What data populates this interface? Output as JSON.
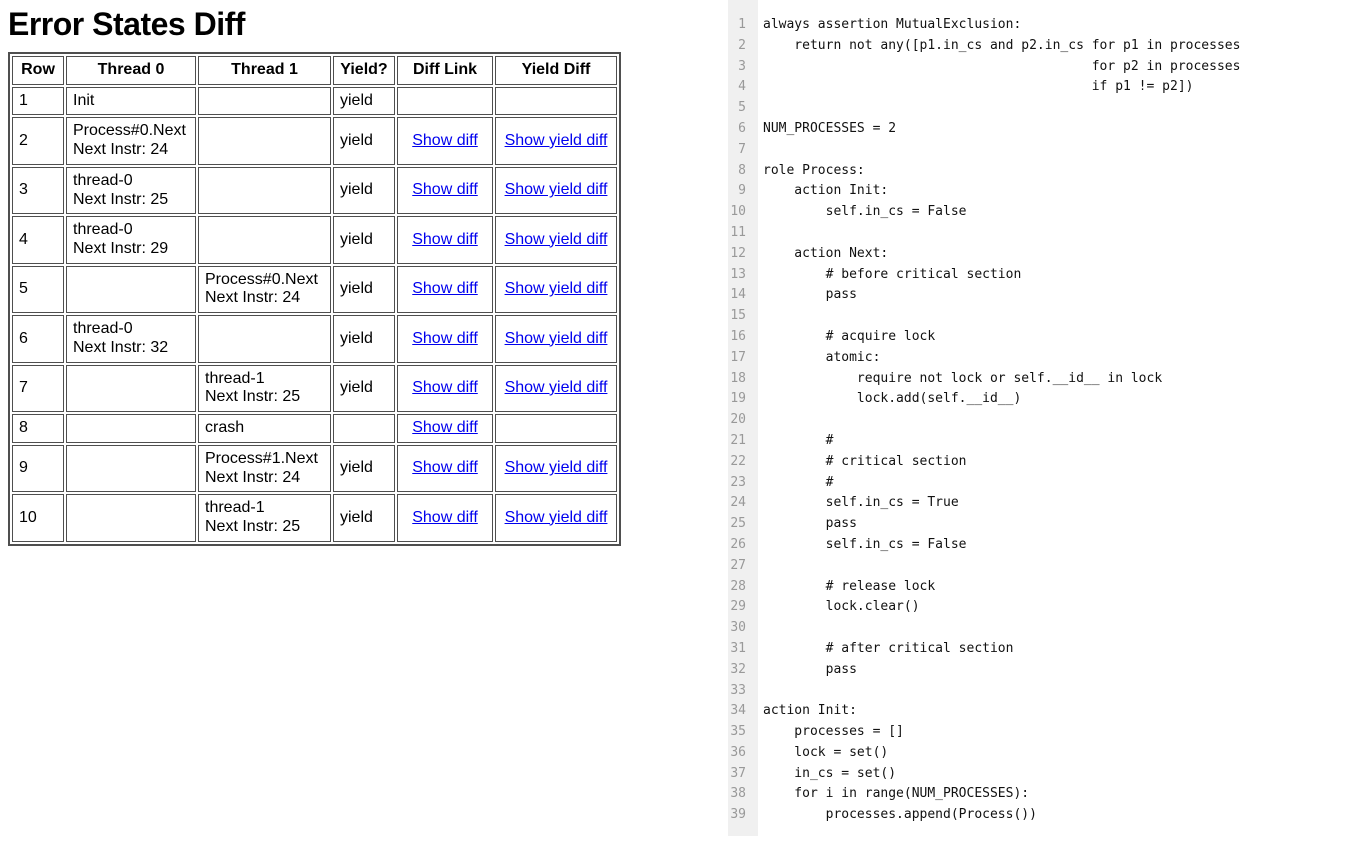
{
  "page": {
    "title": "Error States Diff"
  },
  "colors": {
    "link": "#0000ee",
    "table_border": "#4f4f4f",
    "gutter_bg": "#f0f0f0",
    "gutter_text": "#999999",
    "code_text": "#111111"
  },
  "table": {
    "headers": [
      "Row",
      "Thread 0",
      "Thread 1",
      "Yield?",
      "Diff Link",
      "Yield Diff"
    ],
    "rows": [
      {
        "num": "1",
        "thread0": [
          "Init"
        ],
        "thread1": [],
        "yield_label": "yield",
        "diff_link": "",
        "yield_diff_link": ""
      },
      {
        "num": "2",
        "thread0": [
          "Process#0.Next",
          "Next Instr: 24"
        ],
        "thread1": [],
        "yield_label": "yield",
        "diff_link": "Show diff",
        "yield_diff_link": "Show yield diff"
      },
      {
        "num": "3",
        "thread0": [
          "thread-0",
          "Next Instr: 25"
        ],
        "thread1": [],
        "yield_label": "yield",
        "diff_link": "Show diff",
        "yield_diff_link": "Show yield diff"
      },
      {
        "num": "4",
        "thread0": [
          "thread-0",
          "Next Instr: 29"
        ],
        "thread1": [],
        "yield_label": "yield",
        "diff_link": "Show diff",
        "yield_diff_link": "Show yield diff"
      },
      {
        "num": "5",
        "thread0": [],
        "thread1": [
          "Process#0.Next",
          "Next Instr: 24"
        ],
        "yield_label": "yield",
        "diff_link": "Show diff",
        "yield_diff_link": "Show yield diff"
      },
      {
        "num": "6",
        "thread0": [
          "thread-0",
          "Next Instr: 32"
        ],
        "thread1": [],
        "yield_label": "yield",
        "diff_link": "Show diff",
        "yield_diff_link": "Show yield diff"
      },
      {
        "num": "7",
        "thread0": [],
        "thread1": [
          "thread-1",
          "Next Instr: 25"
        ],
        "yield_label": "yield",
        "diff_link": "Show diff",
        "yield_diff_link": "Show yield diff"
      },
      {
        "num": "8",
        "thread0": [],
        "thread1": [
          "crash"
        ],
        "yield_label": "",
        "diff_link": "Show diff",
        "yield_diff_link": ""
      },
      {
        "num": "9",
        "thread0": [],
        "thread1": [
          "Process#1.Next",
          "Next Instr: 24"
        ],
        "yield_label": "yield",
        "diff_link": "Show diff",
        "yield_diff_link": "Show yield diff"
      },
      {
        "num": "10",
        "thread0": [],
        "thread1": [
          "thread-1",
          "Next Instr: 25"
        ],
        "yield_label": "yield",
        "diff_link": "Show diff",
        "yield_diff_link": "Show yield diff"
      }
    ]
  },
  "code": {
    "lines": [
      {
        "n": 1,
        "t": "always assertion MutualExclusion:"
      },
      {
        "n": 2,
        "t": "    return not any([p1.in_cs and p2.in_cs for p1 in processes"
      },
      {
        "n": 3,
        "t": "                                          for p2 in processes"
      },
      {
        "n": 4,
        "t": "                                          if p1 != p2])"
      },
      {
        "n": 5,
        "t": ""
      },
      {
        "n": 6,
        "t": "NUM_PROCESSES = 2"
      },
      {
        "n": 7,
        "t": ""
      },
      {
        "n": 8,
        "t": "role Process:"
      },
      {
        "n": 9,
        "t": "    action Init:"
      },
      {
        "n": 10,
        "t": "        self.in_cs = False"
      },
      {
        "n": 11,
        "t": ""
      },
      {
        "n": 12,
        "t": "    action Next:"
      },
      {
        "n": 13,
        "t": "        # before critical section"
      },
      {
        "n": 14,
        "t": "        pass"
      },
      {
        "n": 15,
        "t": ""
      },
      {
        "n": 16,
        "t": "        # acquire lock"
      },
      {
        "n": 17,
        "t": "        atomic:"
      },
      {
        "n": 18,
        "t": "            require not lock or self.__id__ in lock"
      },
      {
        "n": 19,
        "t": "            lock.add(self.__id__)"
      },
      {
        "n": 20,
        "t": ""
      },
      {
        "n": 21,
        "t": "        #"
      },
      {
        "n": 22,
        "t": "        # critical section"
      },
      {
        "n": 23,
        "t": "        #"
      },
      {
        "n": 24,
        "t": "        self.in_cs = True"
      },
      {
        "n": 25,
        "t": "        pass"
      },
      {
        "n": 26,
        "t": "        self.in_cs = False"
      },
      {
        "n": 27,
        "t": ""
      },
      {
        "n": 28,
        "t": "        # release lock"
      },
      {
        "n": 29,
        "t": "        lock.clear()"
      },
      {
        "n": 30,
        "t": ""
      },
      {
        "n": 31,
        "t": "        # after critical section"
      },
      {
        "n": 32,
        "t": "        pass"
      },
      {
        "n": 33,
        "t": ""
      },
      {
        "n": 34,
        "t": "action Init:"
      },
      {
        "n": 35,
        "t": "    processes = []"
      },
      {
        "n": 36,
        "t": "    lock = set()"
      },
      {
        "n": 37,
        "t": "    in_cs = set()"
      },
      {
        "n": 38,
        "t": "    for i in range(NUM_PROCESSES):"
      },
      {
        "n": 39,
        "t": "        processes.append(Process())"
      }
    ]
  }
}
